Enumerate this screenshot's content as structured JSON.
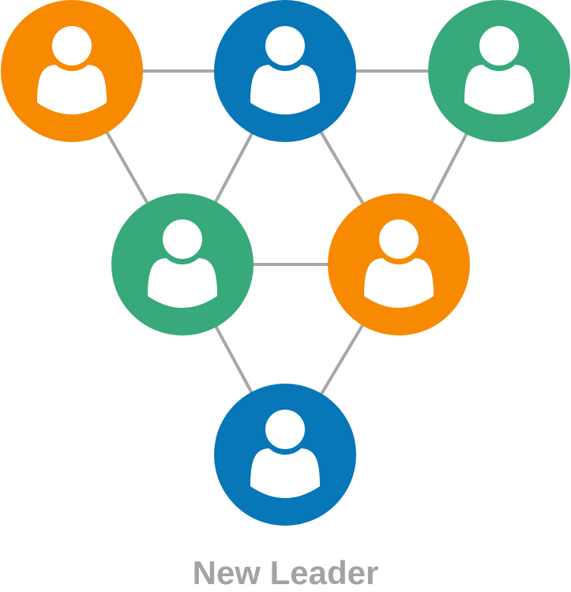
{
  "caption": "New Leader",
  "colors": {
    "orange": "#F78A00",
    "blue": "#0777B8",
    "green": "#37A97A",
    "line": "#a7a7a7",
    "icon": "#ffffff"
  },
  "nodes": [
    {
      "id": "top-left",
      "color": "orange",
      "icon": "person-icon"
    },
    {
      "id": "top-center",
      "color": "blue",
      "icon": "person-icon"
    },
    {
      "id": "top-right",
      "color": "green",
      "icon": "person-icon"
    },
    {
      "id": "middle-left",
      "color": "green",
      "icon": "person-icon"
    },
    {
      "id": "middle-right",
      "color": "orange",
      "icon": "person-icon"
    },
    {
      "id": "bottom",
      "color": "blue",
      "icon": "person-icon"
    }
  ],
  "edges": [
    [
      "top-left",
      "top-center"
    ],
    [
      "top-center",
      "top-right"
    ],
    [
      "top-left",
      "middle-left"
    ],
    [
      "top-center",
      "middle-left"
    ],
    [
      "top-center",
      "middle-right"
    ],
    [
      "top-right",
      "middle-right"
    ],
    [
      "middle-left",
      "middle-right"
    ],
    [
      "middle-left",
      "bottom"
    ],
    [
      "middle-right",
      "bottom"
    ]
  ]
}
